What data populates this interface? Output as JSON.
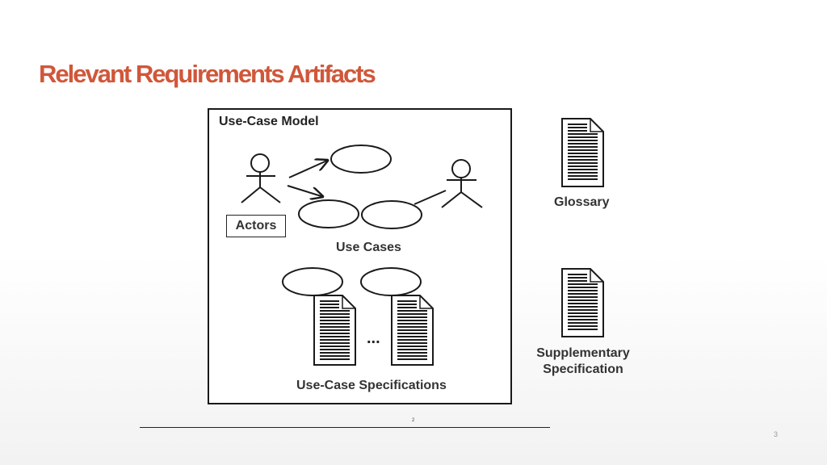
{
  "slide": {
    "title": "Relevant Requirements Artifacts",
    "footer_mark": "2",
    "page_number": "3"
  },
  "diagram": {
    "model_title": "Use-Case Model",
    "actors_label": "Actors",
    "use_cases_label": "Use Cases",
    "ellipsis": "...",
    "use_case_specs_label": "Use-Case Specifications",
    "glossary_label": "Glossary",
    "supplementary_label_line1": "Supplementary",
    "supplementary_label_line2": "Specification"
  },
  "colors": {
    "title": "#d0573a",
    "stroke": "#1a1a1a"
  }
}
